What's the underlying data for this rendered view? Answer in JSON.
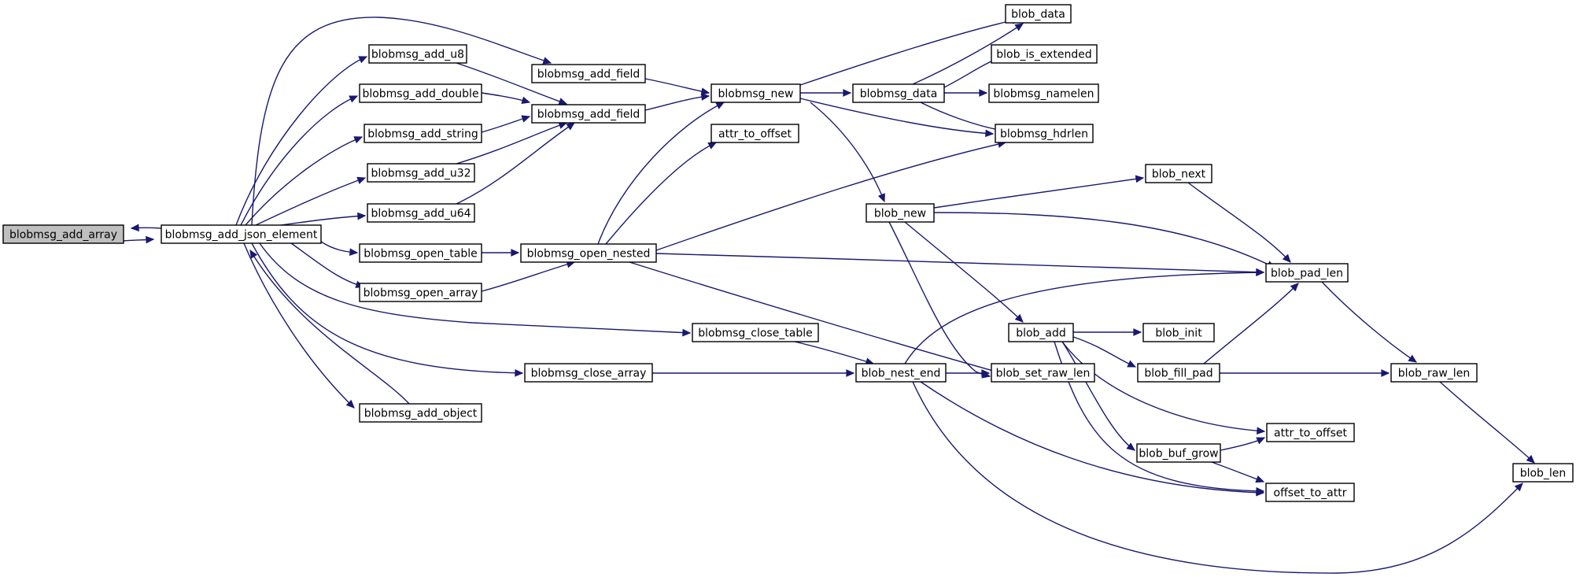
{
  "nodes": [
    {
      "id": "n1",
      "label": "blobmsg_add_array",
      "root": true
    },
    {
      "id": "n2",
      "label": "blobmsg_add_json_element"
    },
    {
      "id": "n3",
      "label": "blobmsg_add_u8"
    },
    {
      "id": "n4",
      "label": "blobmsg_add_double"
    },
    {
      "id": "n5",
      "label": "blobmsg_add_string"
    },
    {
      "id": "n6",
      "label": "blobmsg_add_u32"
    },
    {
      "id": "n7",
      "label": "blobmsg_add_u64"
    },
    {
      "id": "n8",
      "label": "blobmsg_open_table"
    },
    {
      "id": "n9",
      "label": "blobmsg_open_array"
    },
    {
      "id": "n10",
      "label": "blobmsg_add_object"
    },
    {
      "id": "n11",
      "label": "blobmsg_add_field"
    },
    {
      "id": "n12",
      "label": "blobmsg_add_field"
    },
    {
      "id": "n13",
      "label": "blobmsg_new"
    },
    {
      "id": "n14",
      "label": "attr_to_offset"
    },
    {
      "id": "n15",
      "label": "blobmsg_open_nested"
    },
    {
      "id": "n16",
      "label": "blobmsg_close_table"
    },
    {
      "id": "n17",
      "label": "blobmsg_close_array"
    },
    {
      "id": "n18",
      "label": "blobmsg_data"
    },
    {
      "id": "n19",
      "label": "blob_new"
    },
    {
      "id": "n20",
      "label": "blob_nest_end"
    },
    {
      "id": "n21",
      "label": "blob_data"
    },
    {
      "id": "n22",
      "label": "blob_is_extended"
    },
    {
      "id": "n23",
      "label": "blobmsg_namelen"
    },
    {
      "id": "n24",
      "label": "blobmsg_hdrlen"
    },
    {
      "id": "n25",
      "label": "blob_next"
    },
    {
      "id": "n26",
      "label": "blob_add"
    },
    {
      "id": "n27",
      "label": "blob_set_raw_len"
    },
    {
      "id": "n28",
      "label": "blob_pad_len"
    },
    {
      "id": "n29",
      "label": "blob_init"
    },
    {
      "id": "n30",
      "label": "blob_fill_pad"
    },
    {
      "id": "n31",
      "label": "blob_buf_grow"
    },
    {
      "id": "n32",
      "label": "attr_to_offset"
    },
    {
      "id": "n33",
      "label": "offset_to_attr"
    },
    {
      "id": "n34",
      "label": "blob_raw_len"
    },
    {
      "id": "n35",
      "label": "blob_len"
    }
  ],
  "edges": [
    {
      "from": "n1",
      "to": "n2"
    },
    {
      "from": "n2",
      "to": "n1"
    },
    {
      "from": "n2",
      "to": "n3"
    },
    {
      "from": "n2",
      "to": "n4"
    },
    {
      "from": "n2",
      "to": "n5"
    },
    {
      "from": "n2",
      "to": "n6"
    },
    {
      "from": "n2",
      "to": "n7"
    },
    {
      "from": "n2",
      "to": "n8"
    },
    {
      "from": "n2",
      "to": "n9"
    },
    {
      "from": "n2",
      "to": "n10"
    },
    {
      "from": "n10",
      "to": "n2"
    },
    {
      "from": "n2",
      "to": "n11"
    },
    {
      "from": "n2",
      "to": "n16"
    },
    {
      "from": "n2",
      "to": "n17"
    },
    {
      "from": "n3",
      "to": "n12"
    },
    {
      "from": "n4",
      "to": "n12"
    },
    {
      "from": "n5",
      "to": "n12"
    },
    {
      "from": "n6",
      "to": "n12"
    },
    {
      "from": "n7",
      "to": "n12"
    },
    {
      "from": "n11",
      "to": "n13"
    },
    {
      "from": "n12",
      "to": "n13"
    },
    {
      "from": "n8",
      "to": "n15"
    },
    {
      "from": "n9",
      "to": "n15"
    },
    {
      "from": "n15",
      "to": "n13"
    },
    {
      "from": "n15",
      "to": "n14"
    },
    {
      "from": "n15",
      "to": "n24"
    },
    {
      "from": "n15",
      "to": "n28"
    },
    {
      "from": "n15",
      "to": "n27"
    },
    {
      "from": "n16",
      "to": "n20"
    },
    {
      "from": "n17",
      "to": "n20"
    },
    {
      "from": "n13",
      "to": "n21"
    },
    {
      "from": "n13",
      "to": "n18"
    },
    {
      "from": "n13",
      "to": "n24"
    },
    {
      "from": "n13",
      "to": "n19"
    },
    {
      "from": "n18",
      "to": "n21"
    },
    {
      "from": "n18",
      "to": "n22"
    },
    {
      "from": "n18",
      "to": "n23"
    },
    {
      "from": "n18",
      "to": "n24"
    },
    {
      "from": "n19",
      "to": "n25"
    },
    {
      "from": "n19",
      "to": "n28"
    },
    {
      "from": "n19",
      "to": "n26"
    },
    {
      "from": "n19",
      "to": "n27"
    },
    {
      "from": "n20",
      "to": "n27"
    },
    {
      "from": "n20",
      "to": "n28"
    },
    {
      "from": "n20",
      "to": "n33"
    },
    {
      "from": "n20",
      "to": "n35"
    },
    {
      "from": "n25",
      "to": "n28"
    },
    {
      "from": "n26",
      "to": "n29"
    },
    {
      "from": "n26",
      "to": "n30"
    },
    {
      "from": "n26",
      "to": "n31"
    },
    {
      "from": "n26",
      "to": "n32"
    },
    {
      "from": "n26",
      "to": "n33"
    },
    {
      "from": "n30",
      "to": "n28"
    },
    {
      "from": "n30",
      "to": "n34"
    },
    {
      "from": "n31",
      "to": "n32"
    },
    {
      "from": "n31",
      "to": "n33"
    },
    {
      "from": "n28",
      "to": "n34"
    },
    {
      "from": "n34",
      "to": "n35"
    }
  ]
}
